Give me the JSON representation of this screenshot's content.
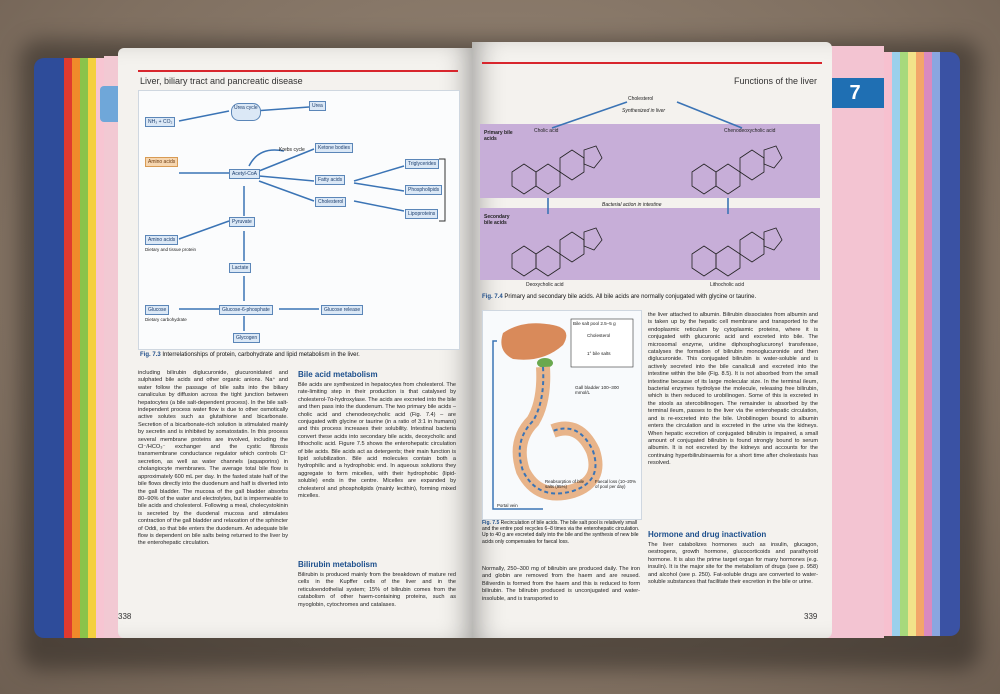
{
  "left_page": {
    "running_head": "Liver, biliary tract and pancreatic disease",
    "page_number": "338",
    "figure": {
      "nodes": [
        "NH₃ + CO₂",
        "Urea cycle",
        "Urea",
        "Krebs cycle",
        "Ketone bodies",
        "Amino acids",
        "Fatty acids",
        "Acetyl-CoA",
        "Triglycerides",
        "Phospholipids",
        "Cholesterol",
        "Lipoproteins",
        "Amino acids",
        "Pyruvate",
        "Lactate",
        "Glucose",
        "Glucose-6-phosphate",
        "Glucose release",
        "Glycogen"
      ],
      "side_labels": [
        "Dietary and tissue protein",
        "Dietary carbohydrate"
      ],
      "caption_label": "Fig. 7.3",
      "caption_text": "Interrelationships of protein, carbohydrate and lipid metabolism in the liver."
    },
    "col1_text": "including bilirubin diglucuronide, glucuronidated and sulphated bile acids and other organic anions. Na⁺ and water follow the passage of bile salts into the biliary canaliculus by diffusion across the tight junction between hepatocytes (a bile salt-dependent process). In the bile salt-independent process water flow is due to other osmotically active solutes such as glutathione and bicarbonate. Secretion of a bicarbonate-rich solution is stimulated mainly by secretin and is inhibited by somatostatin. In this process several membrane proteins are involved, including the Cl⁻/HCO₃⁻ exchanger and the cystic fibrosis transmembrane conductance regulator which controls Cl⁻ secretion, as well as water channels (aquaporins) in cholangiocyte membranes. The average total bile flow is approximately 600 mL per day. In the fasted state half of the bile flows directly into the duodenum and half is diverted into the gall bladder. The mucosa of the gall bladder absorbs 80–90% of the water and electrolytes, but is impermeable to bile acids and cholesterol. Following a meal, cholecystokinin is secreted by the duodenal mucosa and stimulates contraction of the gall bladder and relaxation of the sphincter of Oddi, so that bile enters the duodenum. An adequate bile flow is dependent on bile salts being returned to the liver by the enterohepatic circulation.",
    "heading_bile": "Bile acid metabolism",
    "col2_text_a": "Bile acids are synthesized in hepatocytes from cholesterol. The rate-limiting step in their production is that catalysed by cholesterol-7α-hydroxylase. The acids are excreted into the bile and then pass into the duodenum. The two primary bile acids – cholic acid and chenodeoxycholic acid (Fig. 7.4) – are conjugated with glycine or taurine (in a ratio of 3:1 in humans) and this process increases their solubility. Intestinal bacteria convert these acids into secondary bile acids, deoxycholic and lithocholic acid. Figure 7.5 shows the enterohepatic circulation of bile acids. Bile acids act as detergents; their main function is lipid solubilization. Bile acid molecules contain both a hydrophilic and a hydrophobic end. In aqueous solutions they aggregate to form micelles, with their hydrophobic (lipid-soluble) ends in the centre. Micelles are expanded by cholesterol and phospholipids (mainly lecithin), forming mixed micelles.",
    "heading_bilirubin": "Bilirubin metabolism",
    "col2_text_b": "Bilirubin is produced mainly from the breakdown of mature red cells in the Kupffer cells of the liver and in the reticuloendothelial system; 15% of bilirubin comes from the catabolism of other haem-containing proteins, such as myoglobin, cytochromes and catalases."
  },
  "right_page": {
    "running_head": "Functions of the liver",
    "chapter": "7",
    "page_number": "339",
    "fig74": {
      "top_label": "Cholesterol",
      "sub_label": "Synthesized in liver",
      "primary_label": "Primary bile acids",
      "secondary_label": "Secondary bile acids",
      "cholic": "Cholic acid",
      "cheno": "Chenodeoxycholic acid",
      "bacterial": "Bacterial action in intestine",
      "deoxy": "Deoxycholic acid",
      "litho": "Lithocholic acid",
      "caption_label": "Fig. 7.4",
      "caption_text": "Primary and secondary bile acids. All bile acids are normally conjugated with glycine or taurine."
    },
    "fig75": {
      "pool": "Bile salt pool 2.5–5 g",
      "cholesterol": "Cholesterol",
      "one_bile": "1° bile salts",
      "gall": "Gall bladder 100–300 mmol/L",
      "reabsorption": "Reabsorption of bile salts (95%)",
      "faecal": "Faecal loss (10–20% of pool per day)",
      "portal": "Portal vein",
      "caption_label": "Fig. 7.5",
      "caption_text": "Recirculation of bile acids. The bile salt pool is relatively small and the entire pool recycles 6–8 times via the enterohepatic circulation. Up to 40 g are excreted daily into the bile and the synthesis of new bile acids only compensates for faecal loss."
    },
    "col_left_text": "Normally, 250–300 mg of bilirubin are produced daily. The iron and globin are removed from the haem and are reused. Biliverdin is formed from the haem and this is reduced to form bilirubin. The bilirubin produced is unconjugated and water-insoluble, and is transported to",
    "col_right_text": "the liver attached to albumin. Bilirubin dissociates from albumin and is taken up by the hepatic cell membrane and transported to the endoplasmic reticulum by cytoplasmic proteins, where it is conjugated with glucuronic acid and excreted into bile. The microsomal enzyme, uridine diphosphoglucuronyl transferase, catalyses the formation of bilirubin monoglucuronide and then diglucuronide. This conjugated bilirubin is water-soluble and is actively secreted into the bile canaliculi and excreted into the intestine within the bile (Fig. 8.5). It is not absorbed from the small intestine because of its large molecular size. In the terminal ileum, bacterial enzymes hydrolyse the molecule, releasing free bilirubin, which is then reduced to urobilinogen. Some of this is excreted in the stools as stercobilinogen. The remainder is absorbed by the terminal ileum, passes to the liver via the enterohepatic circulation, and is re-excreted into the bile. Urobilinogen bound to albumin enters the circulation and is excreted in the urine via the kidneys. When hepatic excretion of conjugated bilirubin is impaired, a small amount of conjugated bilirubin is found strongly bound to serum albumin. It is not excreted by the kidneys and accounts for the continuing hyperbilirubinaemia for a short time after cholestasis has resolved.",
    "heading_hormone": "Hormone and drug inactivation",
    "hormone_text": "The liver catabolizes hormones such as insulin, glucagon, oestrogens, growth hormone, glucocorticoids and parathyroid hormone. It is also the prime target organ for many hormones (e.g. insulin). It is the major site for the metabolism of drugs (see p. 958) and alcohol (see p. 250). Fat-soluble drugs are converted to water-soluble substances that facilitate their excretion in the bile or urine."
  },
  "colors": {
    "accent_red": "#d8262d",
    "tab_blue": "#1f6fb3",
    "purple_band": "#c7aed8",
    "heading_blue": "#1c4f8c"
  }
}
